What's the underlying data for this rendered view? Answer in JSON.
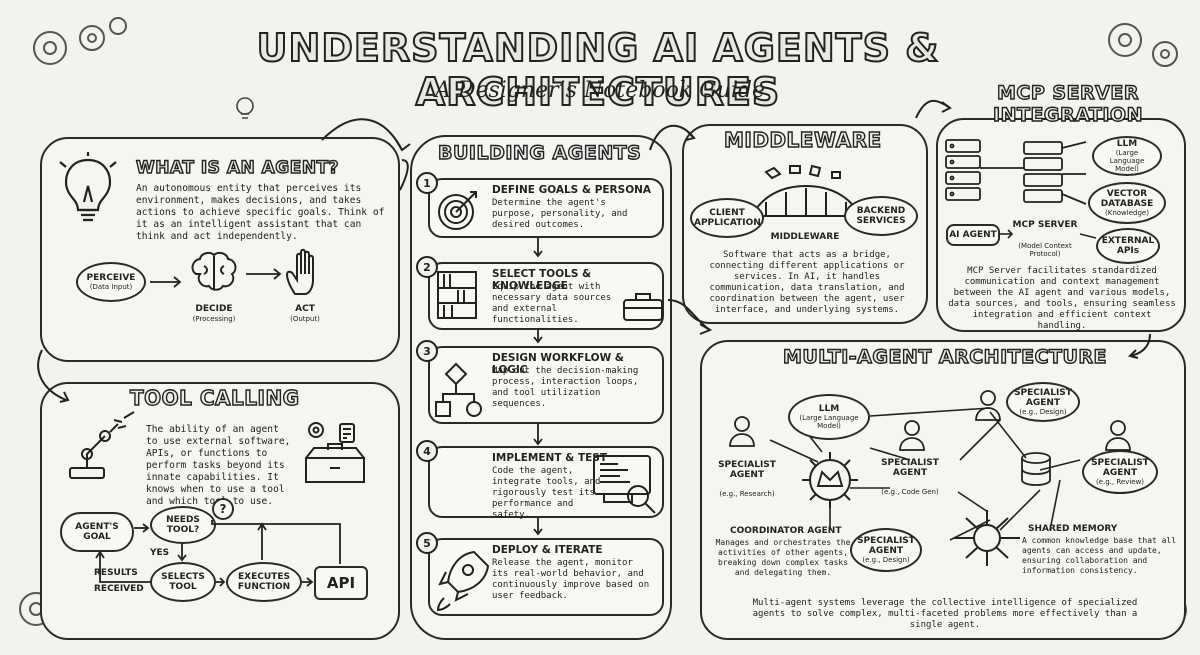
{
  "title": "UNDERSTANDING AI AGENTS & ARCHITECTURES",
  "subtitle": "A Designer’s Notebook Guide",
  "agent": {
    "heading": "WHAT IS AN AGENT?",
    "description": "An autonomous entity that perceives its environment, makes decisions, and takes actions to achieve specific goals. Think of it as an intelligent assistant that can think and act independently.",
    "perceive": "PERCEIVE",
    "perceive_sub": "(Data Input)",
    "decide": "DECIDE",
    "decide_sub": "(Processing)",
    "act": "ACT",
    "act_sub": "(Output)"
  },
  "tool_calling": {
    "heading": "TOOL CALLING",
    "description": "The ability of an agent to use external software, APIs, or functions to perform tasks beyond its innate capabilities. It knows when to use a tool and which tool to use.",
    "goal": "AGENT'S GOAL",
    "needs": "NEEDS TOOL?",
    "yes": "YES",
    "selects": "SELECTS TOOL",
    "executes": "EXECUTES FUNCTION",
    "api": "API",
    "results": "RESULTS",
    "received": "RECEIVED",
    "question": "?"
  },
  "building": {
    "heading": "BUILDING AGENTS",
    "steps": [
      {
        "num": "1",
        "title": "DEFINE GOALS & PERSONA",
        "text": "Determine the agent's purpose, personality, and desired outcomes."
      },
      {
        "num": "2",
        "title": "SELECT TOOLS & KNOWLEDGE",
        "text": "Equip the agent with necessary data sources and external functionalities."
      },
      {
        "num": "3",
        "title": "DESIGN WORKFLOW & LOGIC",
        "text": "Map out the decision-making process, interaction loops, and tool utilization sequences."
      },
      {
        "num": "4",
        "title": "IMPLEMENT & TEST",
        "text": "Code the agent, integrate tools, and rigorously test its performance and safety."
      },
      {
        "num": "5",
        "title": "DEPLOY & ITERATE",
        "text": "Release the agent, monitor its real-world behavior, and continuously improve based on user feedback."
      }
    ]
  },
  "middleware": {
    "heading": "MIDDLEWARE",
    "client": "CLIENT APPLICATION",
    "backend": "BACKEND SERVICES",
    "bridge": "MIDDLEWARE",
    "description": "Software that acts as a bridge, connecting different applications or services. In AI, it handles communication, data translation, and coordination between the agent, user interface, and underlying systems."
  },
  "mcp": {
    "heading_1": "MCP SERVER",
    "heading_2": "INTEGRATION",
    "llm": "LLM",
    "llm_sub": "(Large Language Model)",
    "vector": "VECTOR DATABASE",
    "vector_sub": "(Knowledge)",
    "external": "EXTERNAL APIs",
    "ai_agent": "AI AGENT",
    "server": "MCP SERVER",
    "server_sub": "(Model Context Protocol)",
    "description": "MCP Server facilitates standardized communication and context management between the AI agent and various models, data sources, and tools, ensuring seamless integration and efficient context handling."
  },
  "multi": {
    "heading": "MULTI-AGENT ARCHITECTURE",
    "llm": "LLM",
    "llm_sub": "(Large Language Model)",
    "spec_research": "SPECIALIST AGENT",
    "spec_research_sub": "(e.g., Research)",
    "spec_code": "SPECIALIST AGENT",
    "spec_code_sub": "(e.g., Code Gen)",
    "spec_design_top": "SPECIALIST AGENT",
    "spec_design_top_sub": "(e.g., Design)",
    "spec_review": "SPECIALIST AGENT",
    "spec_review_sub": "(e.g., Review)",
    "spec_design_bottom": "SPECIALIST AGENT",
    "spec_design_bottom_sub": "(e.g., Design)",
    "coordinator": "COORDINATOR AGENT",
    "coordinator_text": "Manages and orchestrates the activities of other agents, breaking down complex tasks and delegating them.",
    "shared": "SHARED MEMORY",
    "shared_text": "A common knowledge base that all agents can access and update, ensuring collaboration and information consistency.",
    "footer": "Multi-agent systems leverage the collective intelligence of specialized agents to solve complex, multi-faceted problems more effectively than a single agent."
  }
}
